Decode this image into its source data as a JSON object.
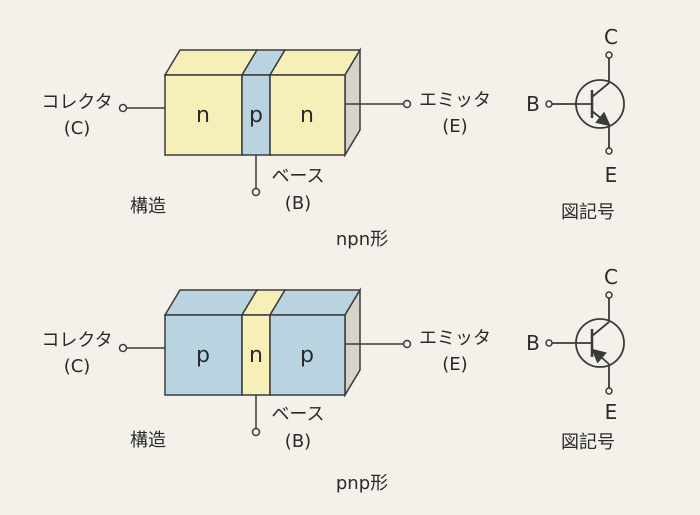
{
  "colors": {
    "paper": "#f3f1ea",
    "n_region": "#f6f0b8",
    "p_region": "#b9d4e0",
    "outline": "#3a3a3a"
  },
  "npn": {
    "layers": [
      "n",
      "p",
      "n"
    ],
    "collector_label": "コレクタ",
    "collector_sym": "(C)",
    "emitter_label": "エミッタ",
    "emitter_sym": "(E)",
    "base_label": "ベース",
    "base_sym": "(B)",
    "structure_label": "構造",
    "caption": "npn形",
    "symbol": {
      "c": "C",
      "b": "B",
      "e": "E",
      "label": "図記号"
    }
  },
  "pnp": {
    "layers": [
      "p",
      "n",
      "p"
    ],
    "collector_label": "コレクタ",
    "collector_sym": "(C)",
    "emitter_label": "エミッタ",
    "emitter_sym": "(E)",
    "base_label": "ベース",
    "base_sym": "(B)",
    "structure_label": "構造",
    "caption": "pnp形",
    "symbol": {
      "c": "C",
      "b": "B",
      "e": "E",
      "label": "図記号"
    }
  }
}
